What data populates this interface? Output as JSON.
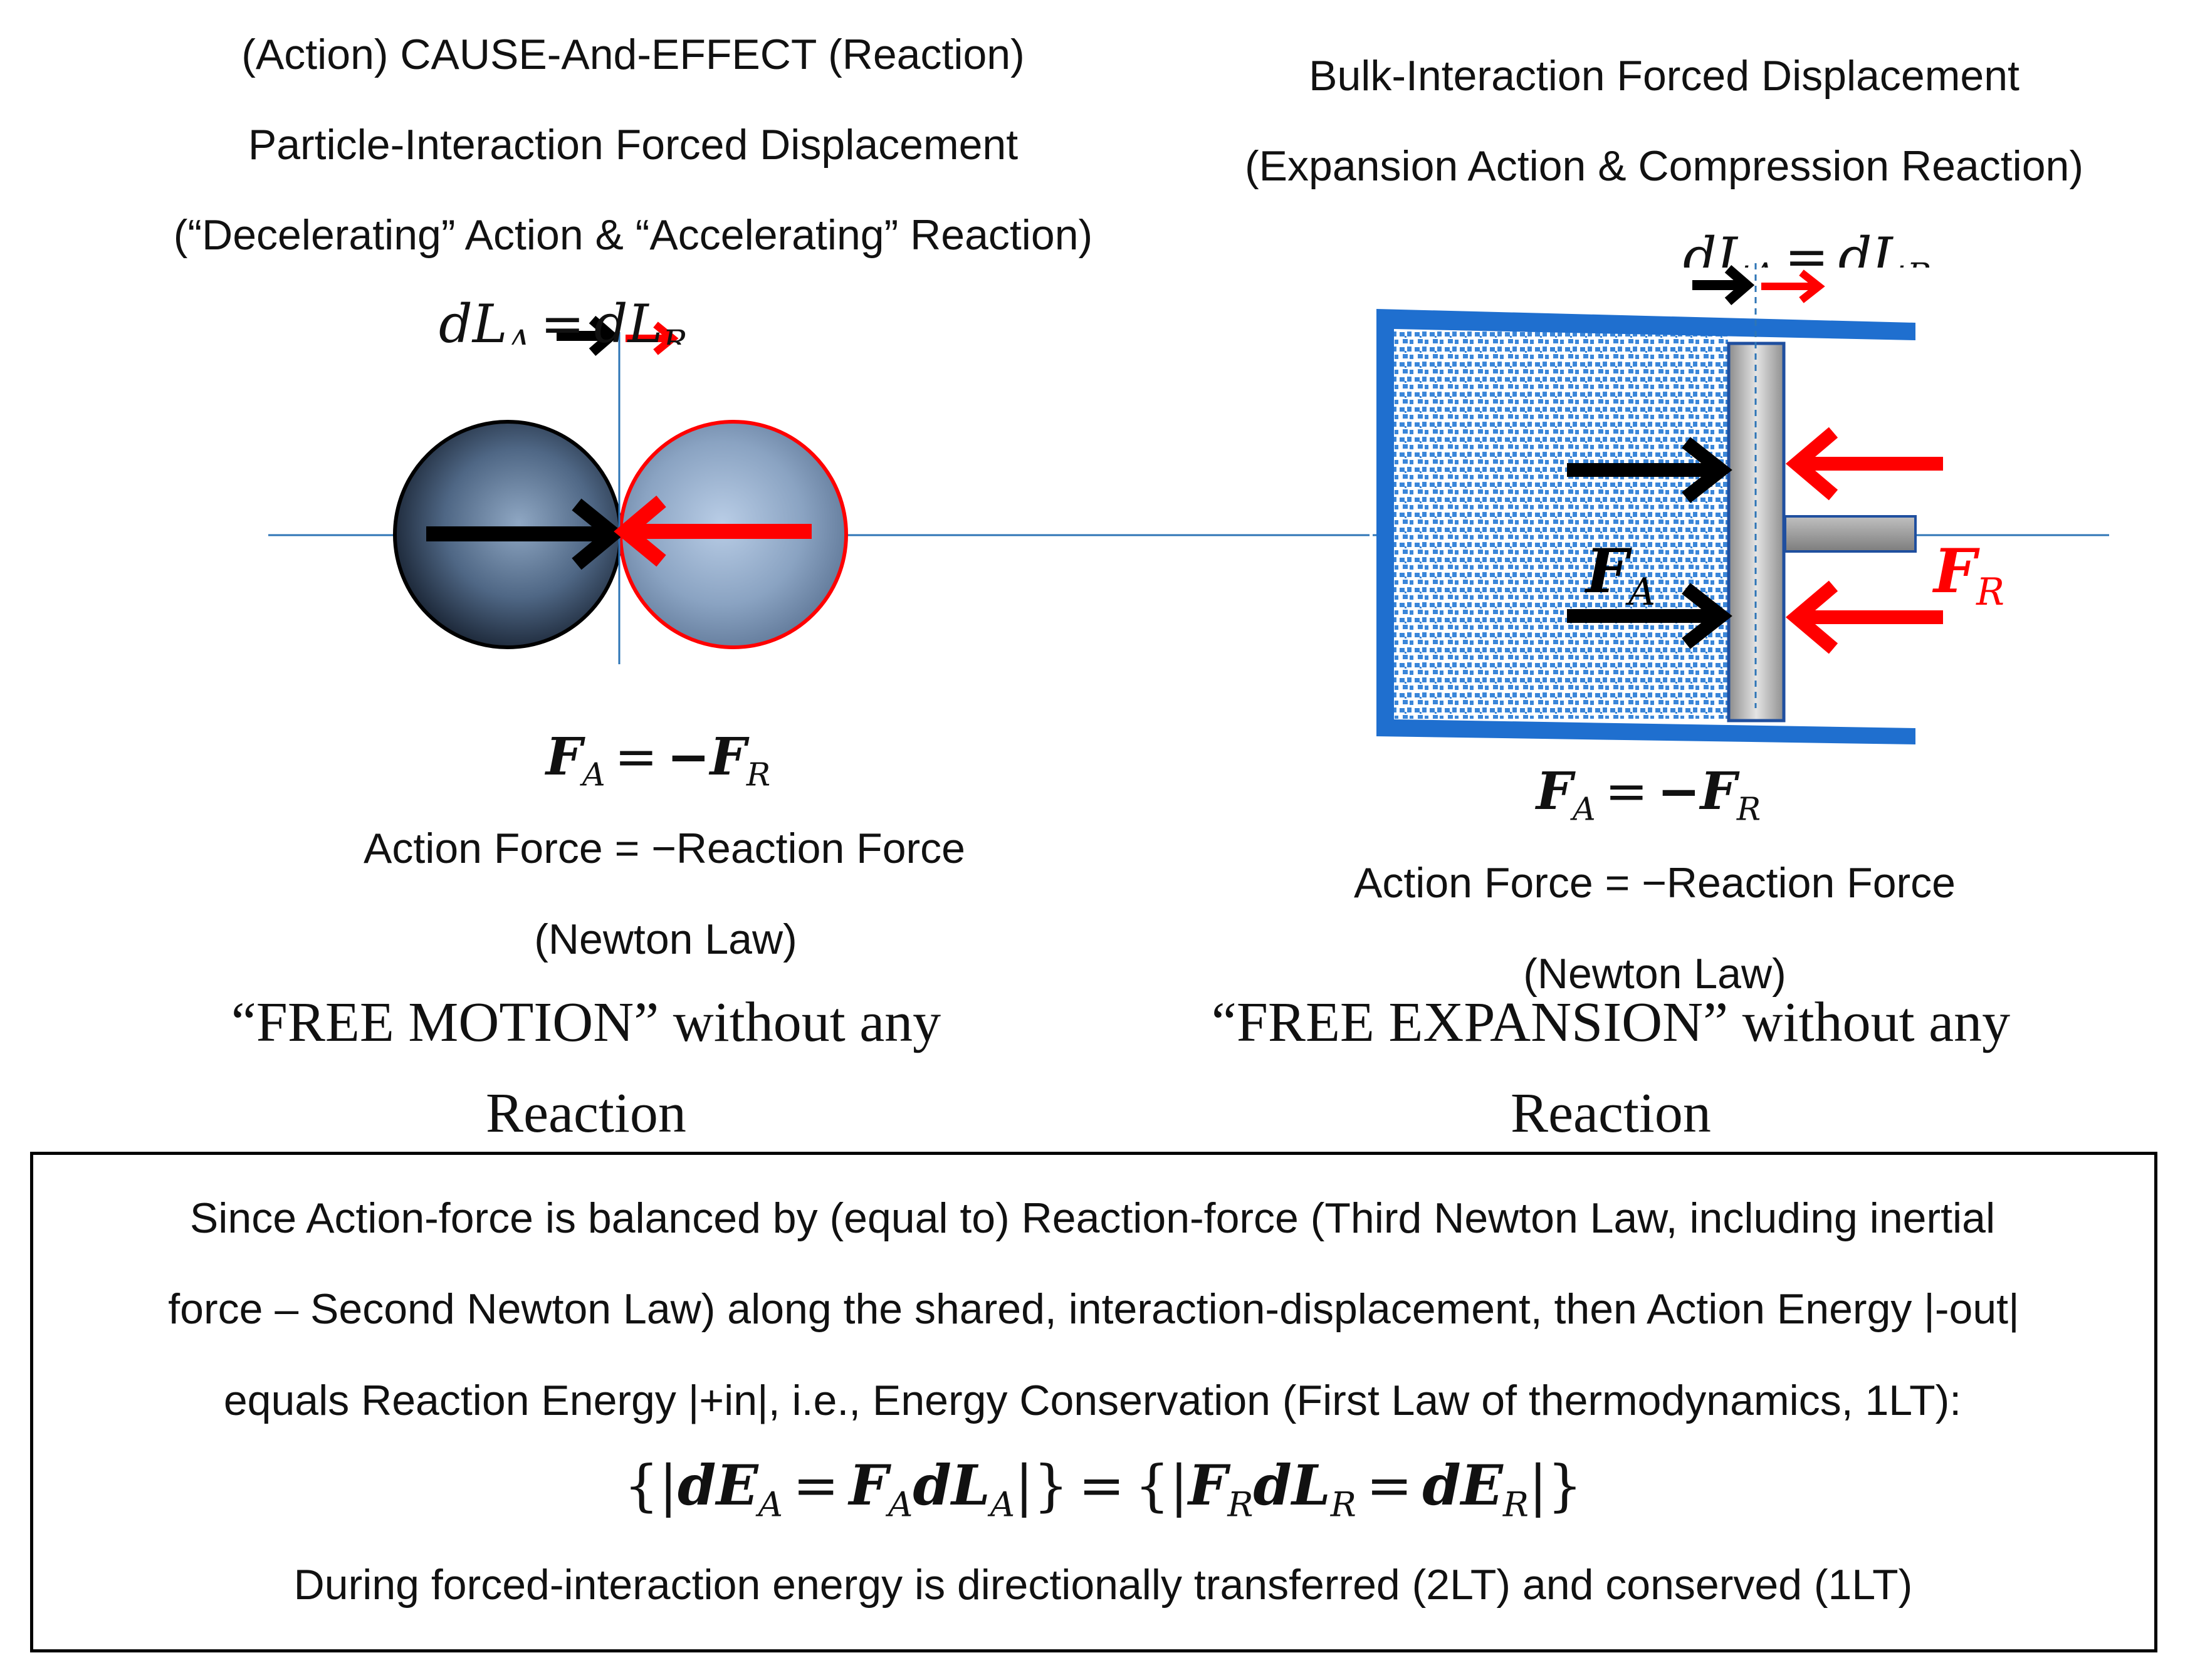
{
  "left": {
    "title_line1": "(Action) CAUSE-And-EFFECT (Reaction)",
    "title_line2": "Particle-Interaction Forced Displacement",
    "title_line3": "(“Decelerating” Action & “Accelerating” Reaction)",
    "displacement_label": {
      "lhs": "dL",
      "lhs_sub": "A",
      "op": "=",
      "rhs": "dL",
      "rhs_sub": "R"
    },
    "equation": {
      "lhs": "F",
      "lhs_sub": "A",
      "op": "=",
      "rhs": "−F",
      "rhs_sub": "R"
    },
    "force_text": "Action Force =  −Reaction Force",
    "law_text": "(Newton Law)",
    "free_line1": "“FREE MOTION” without any",
    "free_line2": "Reaction"
  },
  "right": {
    "title_line1": "Bulk-Interaction Forced Displacement",
    "title_line2": "(Expansion Action & Compression Reaction)",
    "displacement_label": {
      "lhs": "dL",
      "lhs_sub": "A",
      "op": "=",
      "rhs": "dL",
      "rhs_sub": "R"
    },
    "action_force_label": {
      "sym": "F",
      "sub": "A"
    },
    "reaction_force_label": {
      "sym": "F",
      "sub": "R"
    },
    "equation": {
      "lhs": "F",
      "lhs_sub": "A",
      "op": "=",
      "rhs": "−F",
      "rhs_sub": "R"
    },
    "force_text": "Action Force =  −Reaction Force",
    "law_text": "(Newton Law)",
    "free_line1": "“FREE EXPANSION” without any",
    "free_line2": "Reaction"
  },
  "summary": {
    "line1": "Since Action-force is balanced by (equal to) Reaction-force (Third Newton Law, including inertial",
    "line2": "force – Second Newton Law) along the shared, interaction-displacement, then Action Energy |-out|",
    "line3": "equals Reaction Energy |+in|, i.e., Energy Conservation (First Law of thermodynamics, 1LT):",
    "energy_equation": {
      "open1": "{|",
      "dEA": "dE",
      "dEA_sub": "A",
      "eq1": "=",
      "FA": "F",
      "FA_sub": "A",
      "dLA": "dL",
      "dLA_sub": "A",
      "close1": "|}",
      "eq2": "=",
      "open2": "{|",
      "FR": "F",
      "FR_sub": "R",
      "dLR": "dL",
      "dLR_sub": "R",
      "eq3": "=",
      "dER": "dE",
      "dER_sub": "R",
      "close2": "|}"
    },
    "line4": "During forced-interaction energy is directionally transferred (2LT) and conserved (1LT)"
  },
  "colors": {
    "action": "#000000",
    "reaction": "#ff0000",
    "axis": "#2e75b6",
    "cylinder": "#1f6fcf",
    "gas_fill": "#3a86d9"
  }
}
